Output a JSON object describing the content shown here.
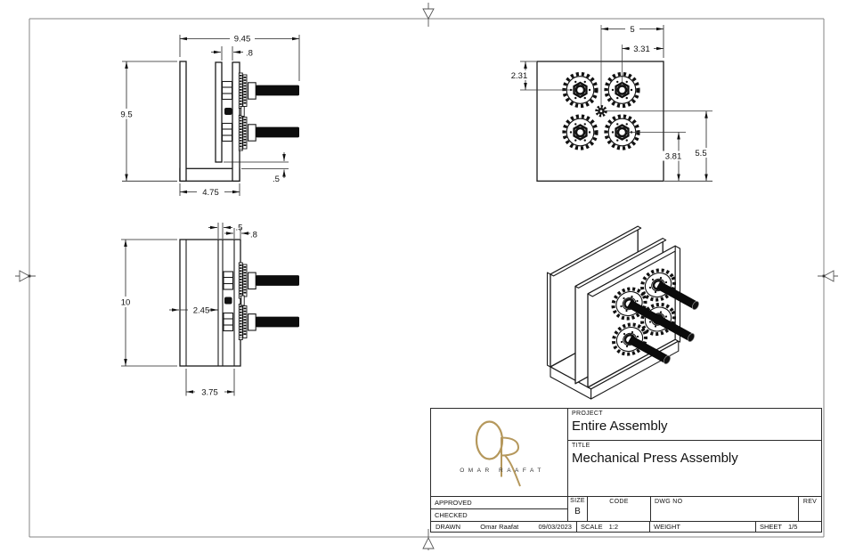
{
  "sheet": {
    "background": "#ffffff",
    "frame_color": "#848484",
    "line_color": "#1a1a1a",
    "accent": "#b5985c"
  },
  "views": {
    "front": {
      "dims": {
        "total_width": "9.45",
        "plate_gap": ".8",
        "height": "9.5",
        "base_width": "4.75",
        "clearance": ".5"
      }
    },
    "face": {
      "dims": {
        "center_offset": "5",
        "gear_offset": "3.31",
        "top_gear": "2.31",
        "center_height": "5.5",
        "bottom_gear": "3.81"
      }
    },
    "side": {
      "dims": {
        "plate_a": ".5",
        "plate_b": ".8",
        "height": "10",
        "web_width": "2.45",
        "base_width": "3.75"
      }
    }
  },
  "title_block": {
    "project_label": "PROJECT",
    "project": "Entire Assembly",
    "title_label": "TITLE",
    "title": "Mechanical Press Assembly",
    "approved_label": "APPROVED",
    "checked_label": "CHECKED",
    "drawn_label": "DRAWN",
    "drawn_by": "Omar Raafat",
    "drawn_date": "09/03/2023",
    "size_label": "SIZE",
    "size": "B",
    "code_label": "CODE",
    "dwg_label": "DWG NO",
    "rev_label": "REV",
    "scale_label": "SCALE",
    "scale": "1:2",
    "weight_label": "WEIGHT",
    "sheet_label": "SHEET",
    "sheet_no": "1/5"
  },
  "logo": {
    "monogram": "OR",
    "name": "OMAR RAAFAT",
    "accent": "#b5985c"
  }
}
